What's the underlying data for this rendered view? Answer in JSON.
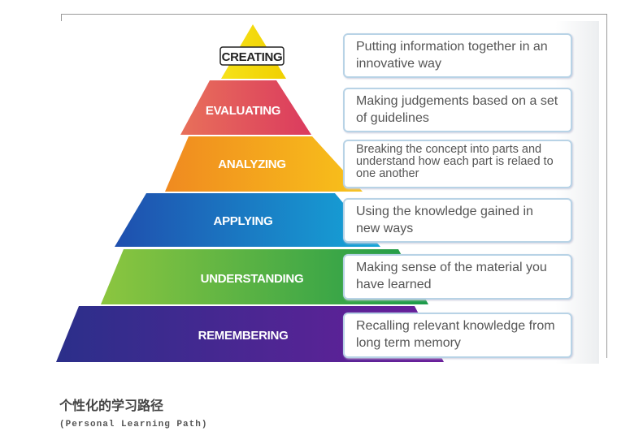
{
  "pyramid": {
    "levels": [
      {
        "label": "CREATING",
        "description": "Putting information together in an innovative way",
        "color": "#f2e51a"
      },
      {
        "label": "EVALUATING",
        "description": "Making judgements based on a set of guidelines",
        "color": "#e0505e"
      },
      {
        "label": "ANALYZING",
        "description": "Breaking the concept into parts and understand how each part is relaed to one another",
        "color": "#f5a51d"
      },
      {
        "label": "APPLYING",
        "description": "Using the knowledge gained in new ways",
        "color": "#1e6cc0"
      },
      {
        "label": "UNDERSTANDING",
        "description": "Making sense of the material you have learned",
        "color": "#4fa83a"
      },
      {
        "label": "REMEMBERING",
        "description": "Recalling relevant knowledge from long term memory",
        "color": "#3d2a8e"
      }
    ]
  },
  "caption": {
    "title": "个性化的学习路径",
    "subtitle": "(Personal Learning Path)"
  }
}
